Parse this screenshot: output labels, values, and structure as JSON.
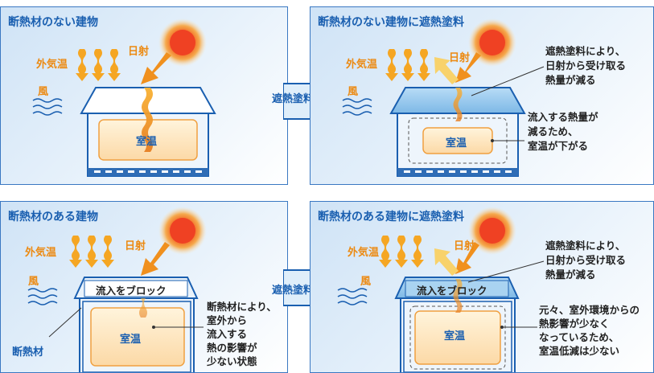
{
  "panels": [
    {
      "title": "断熱材のない建物",
      "outside_temp": "外気温",
      "sunlight": "日射",
      "wind": "風",
      "room": "室温"
    },
    {
      "title": "断熱材のない建物に遮熱塗料",
      "outside_temp": "外気温",
      "sunlight": "日射",
      "wind": "風",
      "room": "室温",
      "note1": "遮熱塗料により、\n日射から受け取る\n熱量が減る",
      "note2": "流入する熱量が\n減るため、\n室温が下がる"
    },
    {
      "title": "断熱材のある建物",
      "outside_temp": "外気温",
      "sunlight": "日射",
      "wind": "風",
      "room": "室温",
      "block": "流入をブロック",
      "insulation": "断熱材",
      "note1": "断熱材により、\n室外から\n流入する\n熱の影響が\n少ない状態"
    },
    {
      "title": "断熱材のある建物に遮熱塗料",
      "outside_temp": "外気温",
      "sunlight": "日射",
      "wind": "風",
      "room": "室温",
      "block": "流入をブロック",
      "note1": "遮熱塗料により、\n日射から受け取る\n熱量が減る",
      "note2": "元々、室外環境からの\n熱影響が少なく\nなっているため、\n室温低減は少ない"
    }
  ],
  "arrows": [
    {
      "label": "遮熱塗料"
    },
    {
      "label": "遮熱塗料"
    }
  ],
  "colors": {
    "accent": "#1a5fb0",
    "orange": "#ec8a12",
    "roof_blue": "#8fc3ea",
    "sun": "#f26522"
  }
}
